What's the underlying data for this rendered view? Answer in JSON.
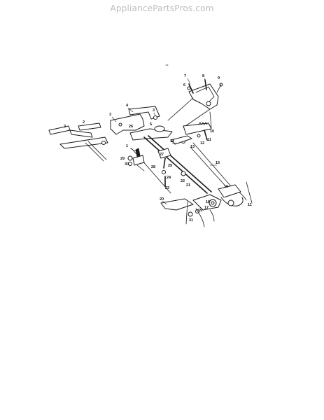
{
  "watermark": {
    "text": "AppliancePartsPros.com",
    "color": "#bdbdbd"
  },
  "diagram": {
    "line_color": "#1a1a1a",
    "callouts": [
      {
        "id": "c7",
        "label": "7"
      },
      {
        "id": "c8",
        "label": "8"
      },
      {
        "id": "c9",
        "label": "9"
      },
      {
        "id": "c6",
        "label": "6"
      },
      {
        "id": "c4",
        "label": "4"
      },
      {
        "id": "c3a",
        "label": "3"
      },
      {
        "id": "c3b",
        "label": "3"
      },
      {
        "id": "c2a",
        "label": "2"
      },
      {
        "id": "c2b",
        "label": "2"
      },
      {
        "id": "c26",
        "label": "26"
      },
      {
        "id": "c5",
        "label": "5"
      },
      {
        "id": "c10",
        "label": "10"
      },
      {
        "id": "c11a",
        "label": "11"
      },
      {
        "id": "c12a",
        "label": "12"
      },
      {
        "id": "c13",
        "label": "13"
      },
      {
        "id": "c14",
        "label": "14"
      },
      {
        "id": "c1",
        "label": "1"
      },
      {
        "id": "c27",
        "label": "27"
      },
      {
        "id": "c29",
        "label": "29"
      },
      {
        "id": "c30",
        "label": "30"
      },
      {
        "id": "c28",
        "label": "28"
      },
      {
        "id": "c25",
        "label": "25"
      },
      {
        "id": "c24",
        "label": "24"
      },
      {
        "id": "c23",
        "label": "23"
      },
      {
        "id": "c22",
        "label": "22"
      },
      {
        "id": "c21",
        "label": "21"
      },
      {
        "id": "c15",
        "label": "15"
      },
      {
        "id": "c16",
        "label": "16"
      },
      {
        "id": "c11b",
        "label": "11"
      },
      {
        "id": "c20",
        "label": "20"
      },
      {
        "id": "c19",
        "label": "19"
      },
      {
        "id": "c17",
        "label": "17"
      },
      {
        "id": "c18",
        "label": "18"
      },
      {
        "id": "c31",
        "label": "31"
      }
    ]
  }
}
